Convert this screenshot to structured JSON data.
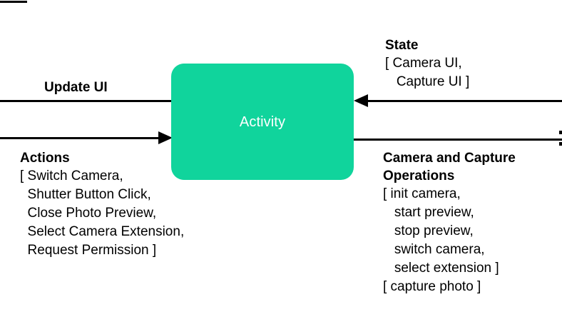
{
  "diagram": {
    "node": {
      "label": "Activity",
      "fill": "#10d49c",
      "text_color": "#ffffff"
    },
    "flows": [
      {
        "id": "update-ui",
        "heading": "Update UI",
        "items": [],
        "direction": "left",
        "side": "left"
      },
      {
        "id": "actions",
        "heading": "Actions",
        "items": [
          "[ Switch Camera,",
          "  Shutter Button Click,",
          "  Close Photo Preview,",
          "  Select Camera Extension,",
          "  Request Permission ]"
        ],
        "direction": "right",
        "side": "left"
      },
      {
        "id": "state",
        "heading": "State",
        "items": [
          "[ Camera UI,",
          "   Capture UI ]"
        ],
        "direction": "left",
        "side": "right"
      },
      {
        "id": "operations",
        "heading_line1": "Camera and Capture",
        "heading_line2": "Operations",
        "items": [
          "[ init camera,",
          "   start preview,",
          "   stop preview,",
          "   switch camera,",
          "   select extension ]",
          "[ capture photo ]"
        ],
        "direction": "right",
        "side": "right"
      }
    ]
  }
}
